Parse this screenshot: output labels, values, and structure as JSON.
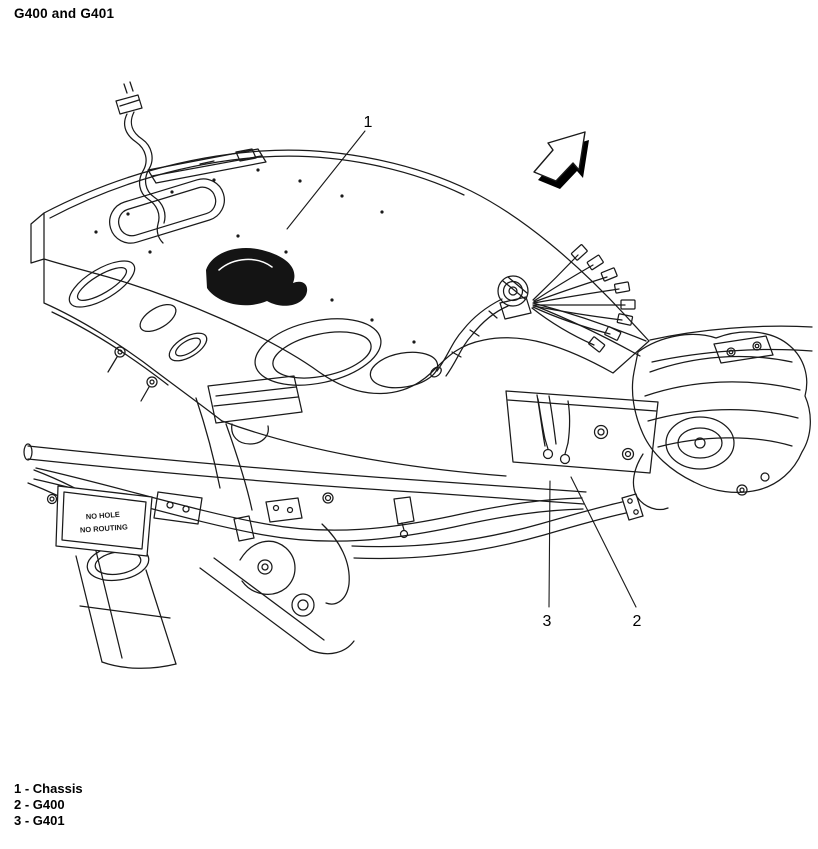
{
  "title": "G400 and G401",
  "diagram": {
    "callouts": [
      {
        "label": "1"
      },
      {
        "label": "2"
      },
      {
        "label": "3"
      }
    ],
    "plate": {
      "line1": "NO HOLE",
      "line2": "NO ROUTING"
    },
    "icons": {
      "direction_arrow": "front-direction-arrow"
    }
  },
  "legend": {
    "separator": " - ",
    "items": [
      {
        "num": "1",
        "name": "Chassis"
      },
      {
        "num": "2",
        "name": "G400"
      },
      {
        "num": "3",
        "name": "G401"
      }
    ]
  },
  "colors": {
    "line": "#1a1a1a",
    "background": "#ffffff"
  }
}
